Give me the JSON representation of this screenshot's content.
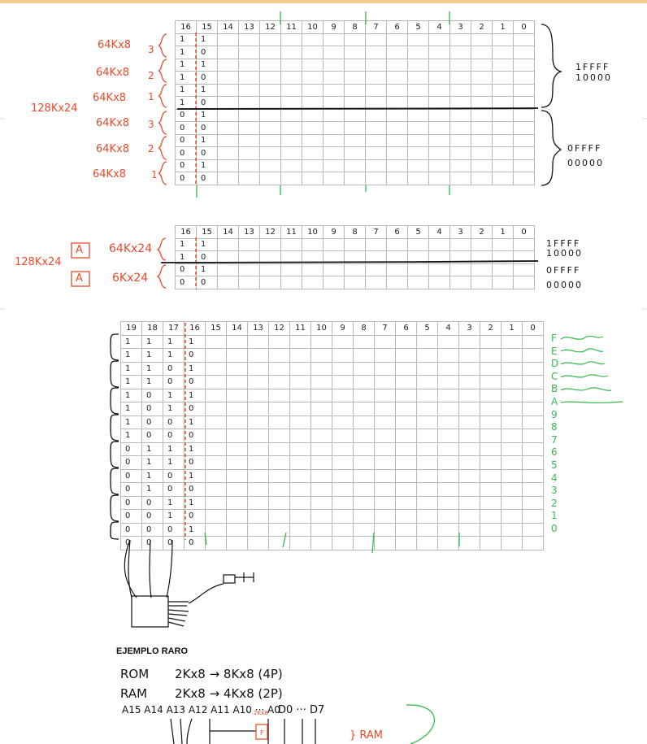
{
  "table1": {
    "headers": [
      "16",
      "15",
      "14",
      "13",
      "12",
      "11",
      "10",
      "9",
      "8",
      "7",
      "6",
      "5",
      "4",
      "3",
      "2",
      "1",
      "0"
    ],
    "rows": [
      [
        "1",
        "1"
      ],
      [
        "1",
        "0"
      ],
      [
        "1",
        "1"
      ],
      [
        "1",
        "0"
      ],
      [
        "1",
        "1"
      ],
      [
        "1",
        "0"
      ],
      [
        "0",
        "1"
      ],
      [
        "0",
        "0"
      ],
      [
        "0",
        "1"
      ],
      [
        "0",
        "0"
      ],
      [
        "0",
        "1"
      ],
      [
        "0",
        "0"
      ]
    ]
  },
  "table1_notes": {
    "total": "128Kx24",
    "chips": [
      {
        "size": "64Kx8",
        "index": "3"
      },
      {
        "size": "64Kx8",
        "index": "2"
      },
      {
        "size": "64Kx8",
        "index": "1"
      },
      {
        "size": "64Kx8",
        "index": "3"
      },
      {
        "size": "64Kx8",
        "index": "2"
      },
      {
        "size": "64Kx8",
        "index": "1"
      }
    ],
    "upper_range": [
      "1FFFF",
      "10000"
    ],
    "lower_range": [
      "0FFFF",
      "00000"
    ]
  },
  "table2": {
    "headers": [
      "16",
      "15",
      "14",
      "13",
      "12",
      "11",
      "10",
      "9",
      "8",
      "7",
      "6",
      "5",
      "4",
      "3",
      "2",
      "1",
      "0"
    ],
    "rows": [
      [
        "1",
        "1"
      ],
      [
        "1",
        "0"
      ],
      [
        "0",
        "1"
      ],
      [
        "0",
        "0"
      ]
    ]
  },
  "table2_notes": {
    "total": "128Kx24",
    "box_letter": "A",
    "upper_chip": "64Kx24",
    "lower_chip": "6Kx24",
    "upper_range": [
      "1FFFF",
      "10000"
    ],
    "lower_range": [
      "0FFFF",
      "00000"
    ]
  },
  "table3": {
    "headers": [
      "19",
      "18",
      "17",
      "16",
      "15",
      "14",
      "13",
      "12",
      "11",
      "10",
      "9",
      "8",
      "7",
      "6",
      "5",
      "4",
      "3",
      "2",
      "1",
      "0"
    ],
    "rows": [
      [
        "1",
        "1",
        "1",
        "1"
      ],
      [
        "1",
        "1",
        "1",
        "0"
      ],
      [
        "1",
        "1",
        "0",
        "1"
      ],
      [
        "1",
        "1",
        "0",
        "0"
      ],
      [
        "1",
        "0",
        "1",
        "1"
      ],
      [
        "1",
        "0",
        "1",
        "0"
      ],
      [
        "1",
        "0",
        "0",
        "1"
      ],
      [
        "1",
        "0",
        "0",
        "0"
      ],
      [
        "0",
        "1",
        "1",
        "1"
      ],
      [
        "0",
        "1",
        "1",
        "0"
      ],
      [
        "0",
        "1",
        "0",
        "1"
      ],
      [
        "0",
        "1",
        "0",
        "0"
      ],
      [
        "0",
        "0",
        "1",
        "1"
      ],
      [
        "0",
        "0",
        "1",
        "0"
      ],
      [
        "0",
        "0",
        "0",
        "1"
      ],
      [
        "0",
        "0",
        "0",
        "0"
      ]
    ]
  },
  "table3_notes": {
    "hex_labels": [
      "F",
      "E",
      "D",
      "C",
      "B",
      "A",
      "9",
      "8",
      "7",
      "6",
      "5",
      "4",
      "3",
      "2",
      "1",
      "0"
    ]
  },
  "example": {
    "title": "EJEMPLO RARO",
    "rom_label": "ROM",
    "rom_formula": "2Kx8 → 8Kx8  (4P)",
    "ram_label": "RAM",
    "ram_formula": "2Kx8 → 4Kx8  (2P)",
    "address_line": "A15 A14 A13 A12 A11 A10 ··· A0",
    "chip_tag": "2Kx8",
    "data_line": "D0 ··· D7",
    "chip_box_letter": "F",
    "ram_note": "} RAM"
  },
  "colors": {
    "ink_red": "#e84a2a",
    "ink_green": "#38b84a",
    "ink_black": "#111111",
    "grid_border": "#b9b9b9",
    "top_bar": "#f5c98a"
  }
}
